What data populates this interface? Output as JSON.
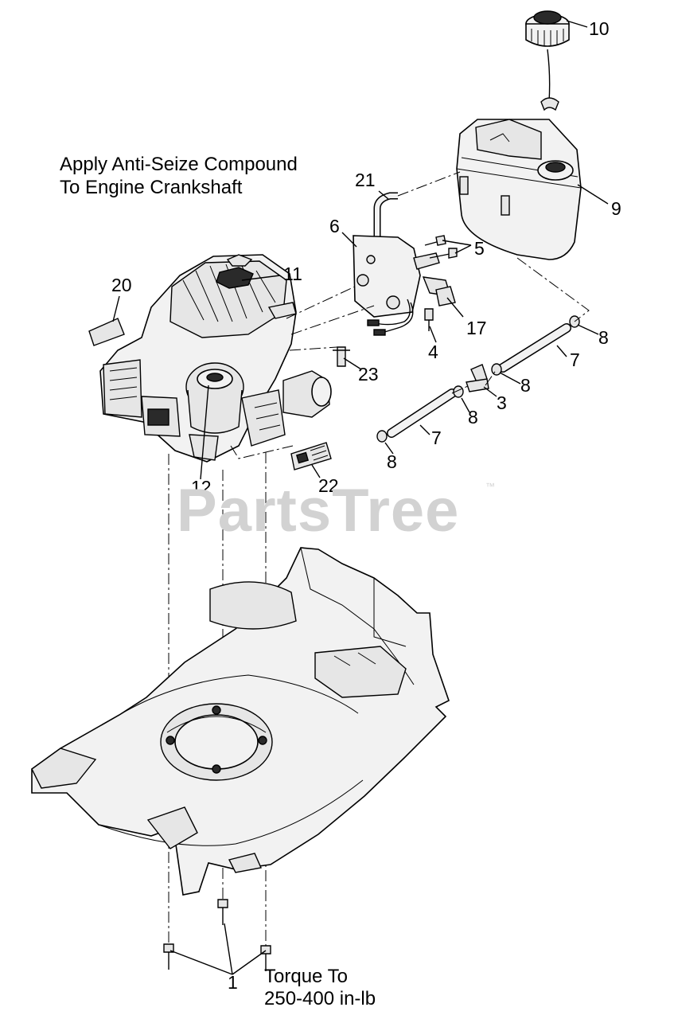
{
  "notes": {
    "anti_seize_line1": "Apply Anti-Seize Compound",
    "anti_seize_line2": "To Engine Crankshaft",
    "torque_line1": "Torque To",
    "torque_line2": "250-400 in-lb"
  },
  "watermark": {
    "text": "PartsTree",
    "trademark": "™"
  },
  "callouts": {
    "c10": "10",
    "c9": "9",
    "c21": "21",
    "c6": "6",
    "c5": "5",
    "c11": "11",
    "c20": "20",
    "c17": "17",
    "c4": "4",
    "c8a": "8",
    "c7a": "7",
    "c23": "23",
    "c8b": "8",
    "c3": "3",
    "c8c": "8",
    "c7b": "7",
    "c8d": "8",
    "c12": "12",
    "c22": "22",
    "c1": "1"
  }
}
